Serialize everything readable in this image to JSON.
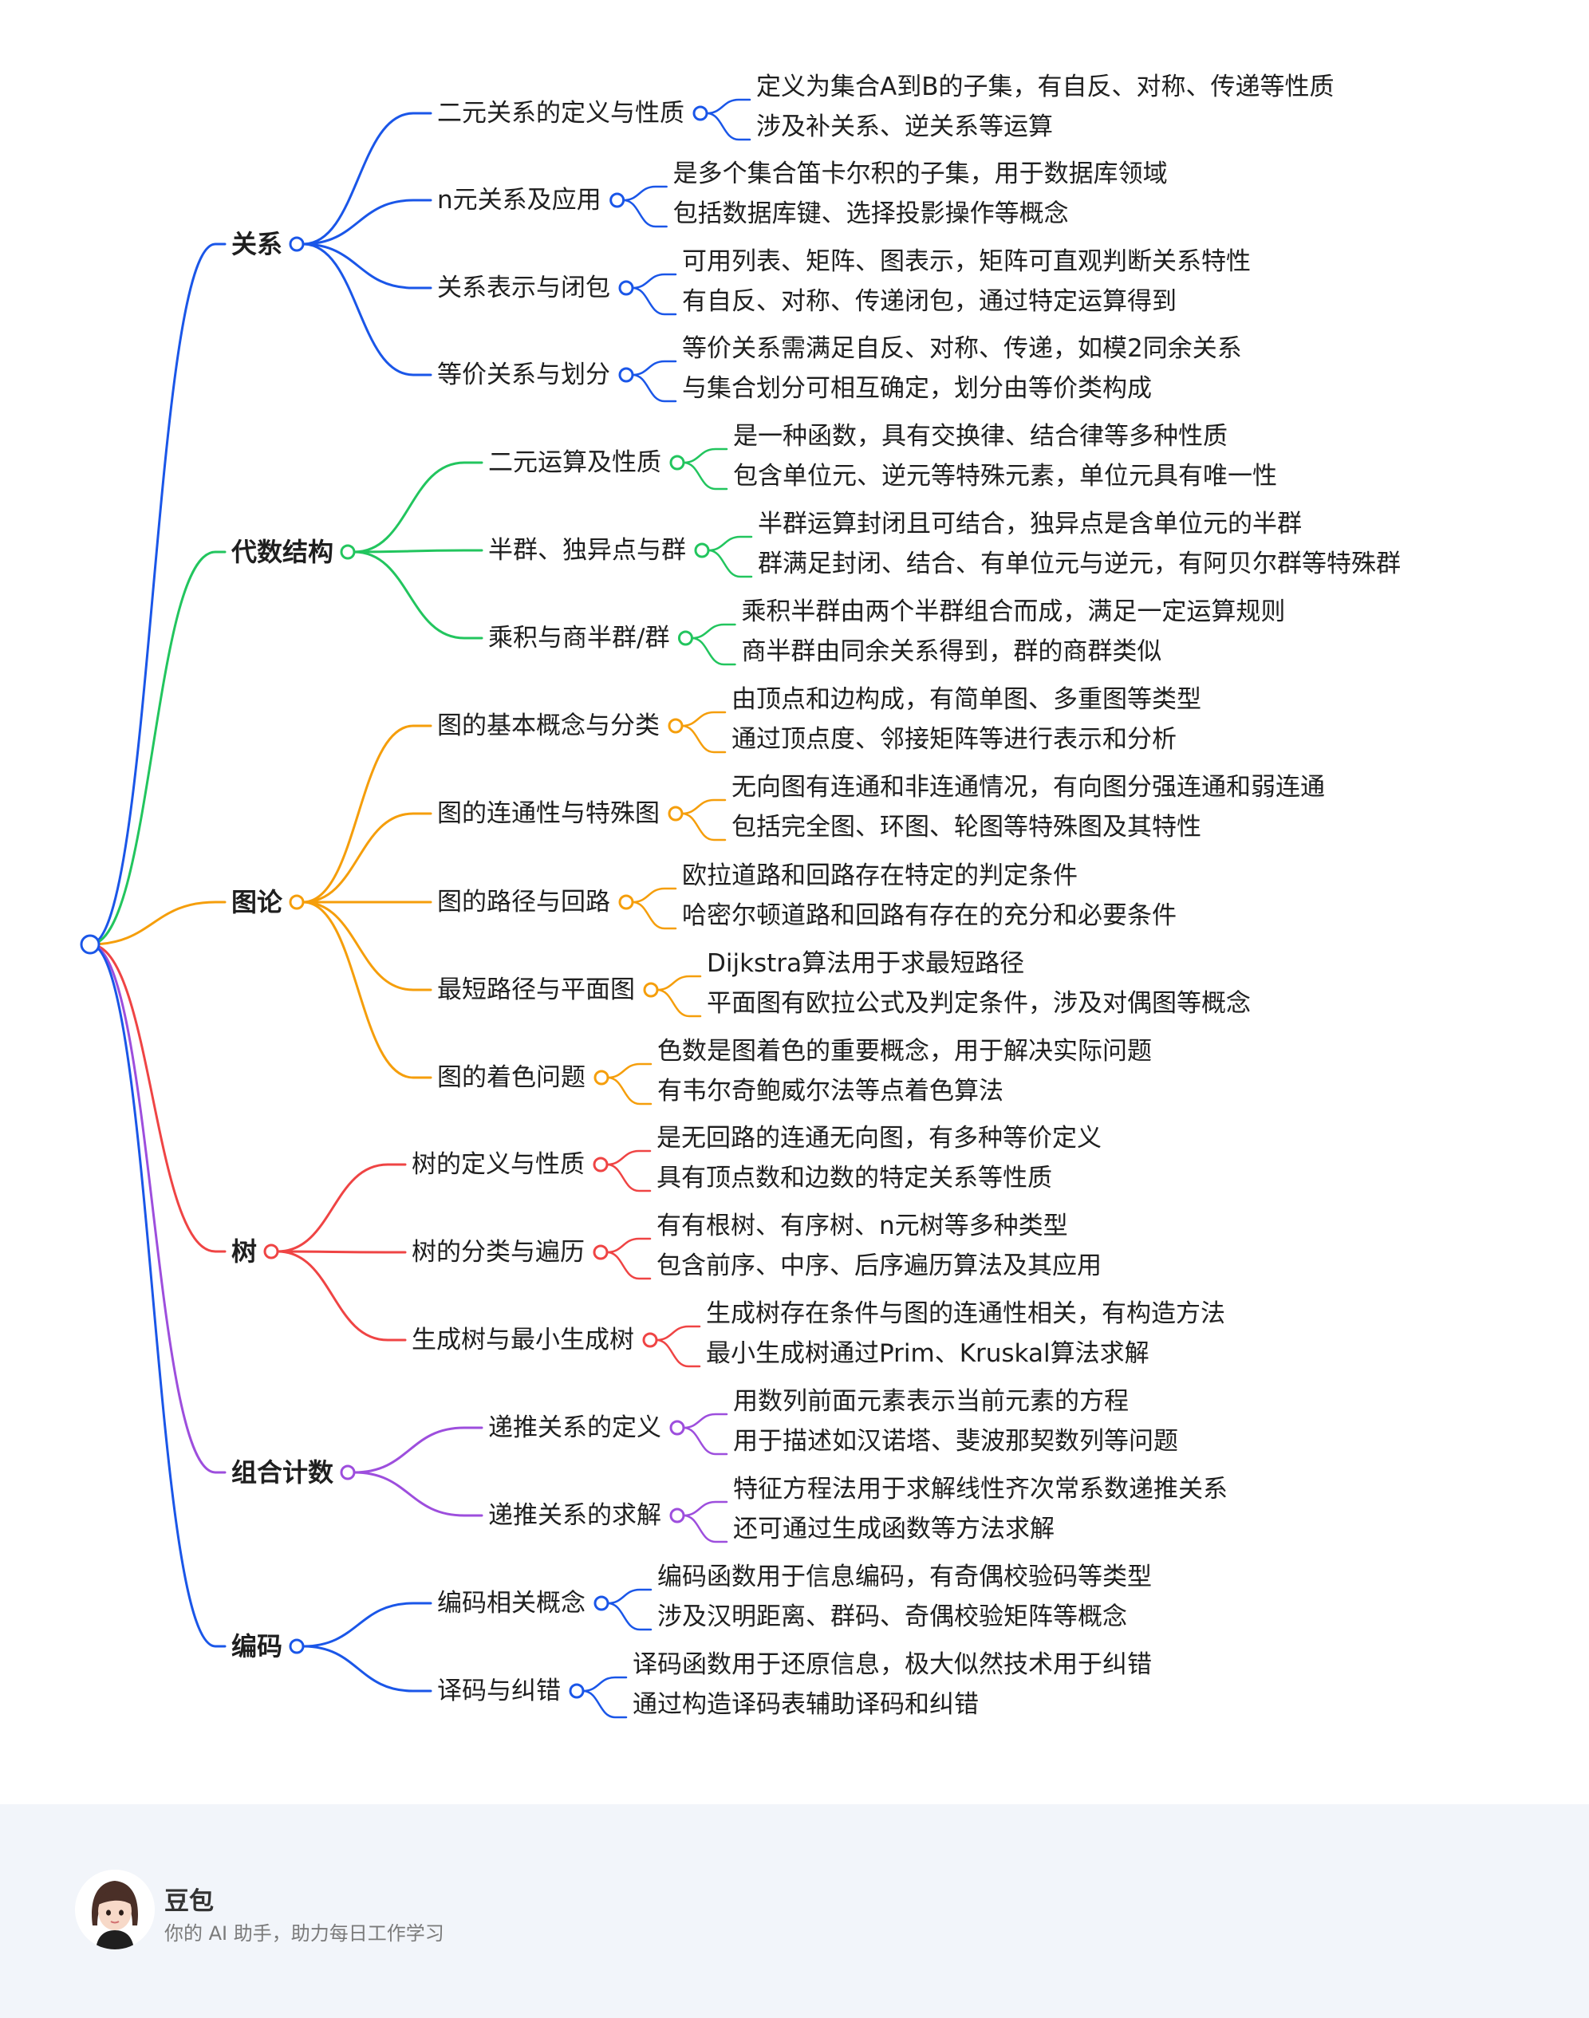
{
  "mindmap": {
    "categories": [
      {
        "label": "关系",
        "color": "#1a56e8",
        "children": [
          {
            "label": "二元关系的定义与性质",
            "leaves": [
              "定义为集合A到B的子集，有自反、对称、传递等性质",
              "涉及补关系、逆关系等运算"
            ]
          },
          {
            "label": "n元关系及应用",
            "leaves": [
              "是多个集合笛卡尔积的子集，用于数据库领域",
              "包括数据库键、选择投影操作等概念"
            ]
          },
          {
            "label": "关系表示与闭包",
            "leaves": [
              "可用列表、矩阵、图表示，矩阵可直观判断关系特性",
              "有自反、对称、传递闭包，通过特定运算得到"
            ]
          },
          {
            "label": "等价关系与划分",
            "leaves": [
              "等价关系需满足自反、对称、传递，如模2同余关系",
              "与集合划分可相互确定，划分由等价类构成"
            ]
          }
        ]
      },
      {
        "label": "代数结构",
        "color": "#22c55e",
        "children": [
          {
            "label": "二元运算及性质",
            "leaves": [
              "是一种函数，具有交换律、结合律等多种性质",
              "包含单位元、逆元等特殊元素，单位元具有唯一性"
            ]
          },
          {
            "label": "半群、独异点与群",
            "leaves": [
              "半群运算封闭且可结合，独异点是含单位元的半群",
              "群满足封闭、结合、有单位元与逆元，有阿贝尔群等特殊群"
            ]
          },
          {
            "label": "乘积与商半群/群",
            "leaves": [
              "乘积半群由两个半群组合而成，满足一定运算规则",
              "商半群由同余关系得到，群的商群类似"
            ]
          }
        ]
      },
      {
        "label": "图论",
        "color": "#f59e0b",
        "children": [
          {
            "label": "图的基本概念与分类",
            "leaves": [
              "由顶点和边构成，有简单图、多重图等类型",
              "通过顶点度、邻接矩阵等进行表示和分析"
            ]
          },
          {
            "label": "图的连通性与特殊图",
            "leaves": [
              "无向图有连通和非连通情况，有向图分强连通和弱连通",
              "包括完全图、环图、轮图等特殊图及其特性"
            ]
          },
          {
            "label": "图的路径与回路",
            "leaves": [
              "欧拉道路和回路存在特定的判定条件",
              "哈密尔顿道路和回路有存在的充分和必要条件"
            ]
          },
          {
            "label": "最短路径与平面图",
            "leaves": [
              "Dijkstra算法用于求最短路径",
              "平面图有欧拉公式及判定条件，涉及对偶图等概念"
            ]
          },
          {
            "label": "图的着色问题",
            "leaves": [
              "色数是图着色的重要概念，用于解决实际问题",
              "有韦尔奇鲍威尔法等点着色算法"
            ]
          }
        ]
      },
      {
        "label": "树",
        "color": "#ef4444",
        "children": [
          {
            "label": "树的定义与性质",
            "leaves": [
              "是无回路的连通无向图，有多种等价定义",
              "具有顶点数和边数的特定关系等性质"
            ]
          },
          {
            "label": "树的分类与遍历",
            "leaves": [
              "有有根树、有序树、n元树等多种类型",
              "包含前序、中序、后序遍历算法及其应用"
            ]
          },
          {
            "label": "生成树与最小生成树",
            "leaves": [
              "生成树存在条件与图的连通性相关，有构造方法",
              "最小生成树通过Prim、Kruskal算法求解"
            ]
          }
        ]
      },
      {
        "label": "组合计数",
        "color": "#9d4edd",
        "children": [
          {
            "label": "递推关系的定义",
            "leaves": [
              "用数列前面元素表示当前元素的方程",
              "用于描述如汉诺塔、斐波那契数列等问题"
            ]
          },
          {
            "label": "递推关系的求解",
            "leaves": [
              "特征方程法用于求解线性齐次常系数递推关系",
              "还可通过生成函数等方法求解"
            ]
          }
        ]
      },
      {
        "label": "编码",
        "color": "#1a56e8",
        "children": [
          {
            "label": "编码相关概念",
            "leaves": [
              "编码函数用于信息编码，有奇偶校验码等类型",
              "涉及汉明距离、群码、奇偶校验矩阵等概念"
            ]
          },
          {
            "label": "译码与纠错",
            "leaves": [
              "译码函数用于还原信息，极大似然技术用于纠错",
              "通过构造译码表辅助译码和纠错"
            ]
          }
        ]
      }
    ]
  },
  "footer": {
    "brand": "豆包",
    "tagline": "你的 AI 助手，助力每日工作学习"
  }
}
